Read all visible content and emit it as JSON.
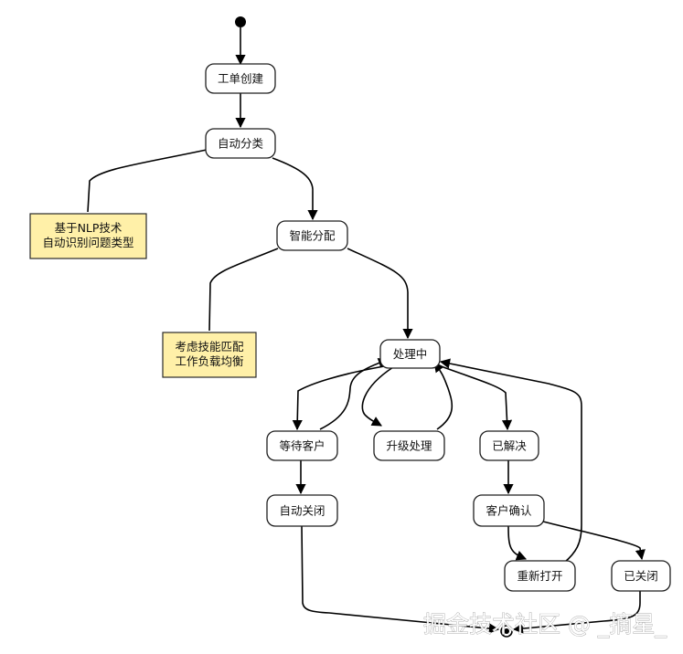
{
  "states": {
    "created": "工单创建",
    "auto_classify": "自动分类",
    "smart_assign": "智能分配",
    "processing": "处理中",
    "waiting_customer": "等待客户",
    "escalate": "升级处理",
    "resolved": "已解决",
    "auto_close": "自动关闭",
    "customer_confirm": "客户确认",
    "reopen": "重新打开",
    "closed": "已关闭"
  },
  "notes": {
    "classify_note": [
      "基于NLP技术",
      "自动识别问题类型"
    ],
    "assign_note": [
      "考虑技能匹配",
      "工作负载均衡"
    ]
  },
  "watermark": "掘金技术社区 @ _摘星_"
}
